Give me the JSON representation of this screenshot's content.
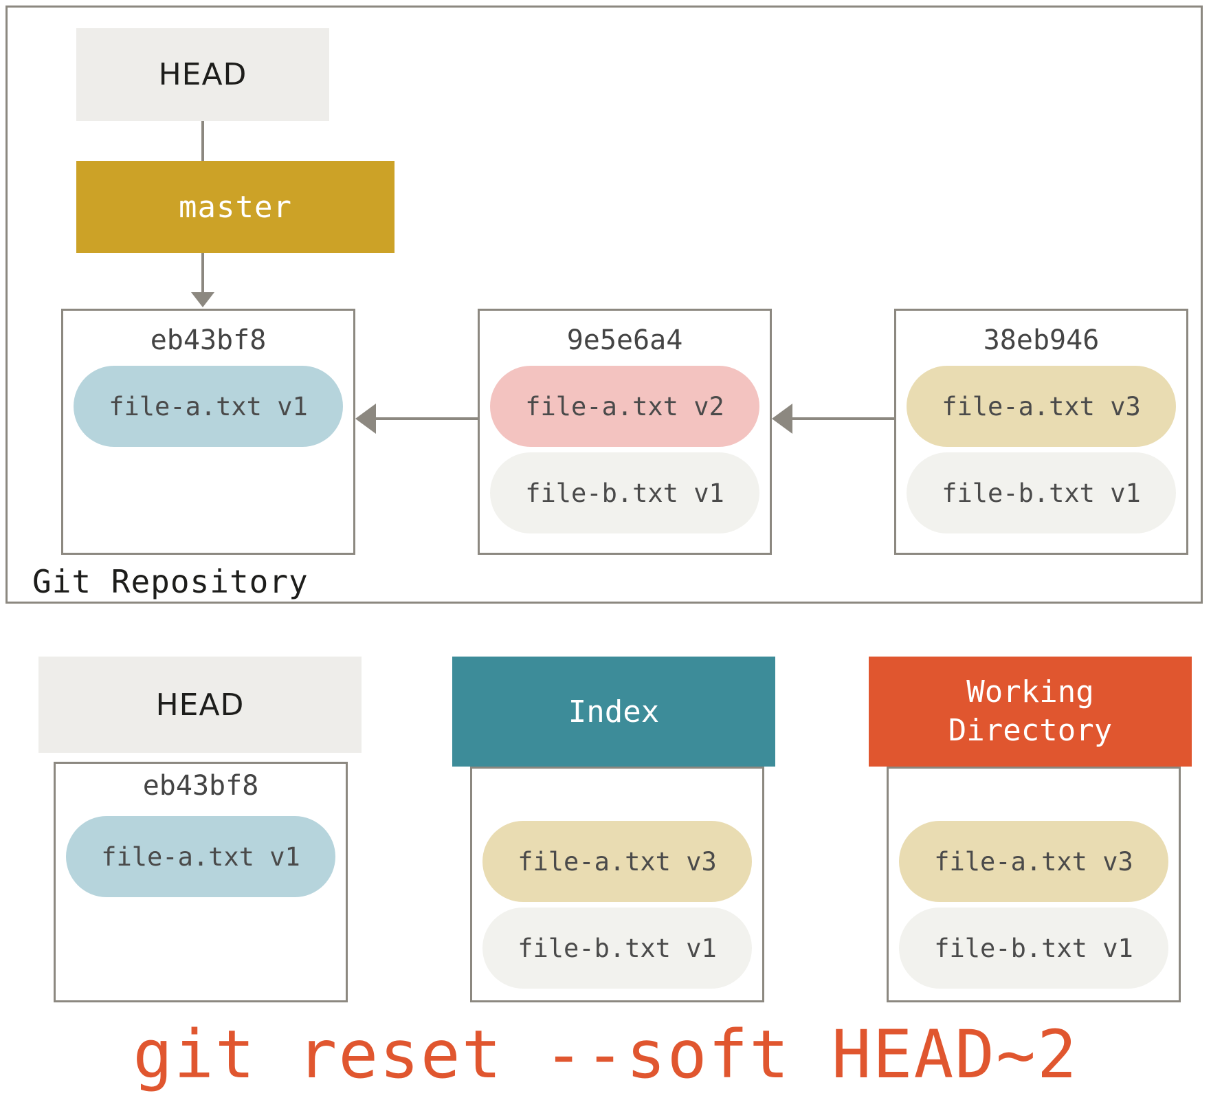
{
  "diagram": {
    "title": "git reset --soft HEAD~2",
    "repository_label": "Git Repository",
    "colors": {
      "branch": "#cca227",
      "index": "#3d8c99",
      "working_directory": "#e0562f",
      "head_box": "#eeedea",
      "border": "#8c8880",
      "pill_blue": "#b6d4dc",
      "pill_red": "#f3c3c0",
      "pill_tan": "#e9dcb2",
      "pill_grey": "#f2f2ee",
      "command_text": "#e0562f"
    }
  },
  "repo": {
    "head_label": "HEAD",
    "branch_label": "master",
    "label": "Git Repository",
    "commits": [
      {
        "hash": "eb43bf8",
        "files": [
          {
            "name": "file-a.txt v1",
            "color": "blue"
          }
        ]
      },
      {
        "hash": "9e5e6a4",
        "files": [
          {
            "name": "file-a.txt v2",
            "color": "red"
          },
          {
            "name": "file-b.txt v1",
            "color": "grey"
          }
        ]
      },
      {
        "hash": "38eb946",
        "files": [
          {
            "name": "file-a.txt v3",
            "color": "tan"
          },
          {
            "name": "file-b.txt v1",
            "color": "grey"
          }
        ]
      }
    ]
  },
  "trees": {
    "head": {
      "title": "HEAD",
      "hash": "eb43bf8",
      "files": [
        {
          "name": "file-a.txt v1",
          "color": "blue"
        }
      ]
    },
    "index": {
      "title": "Index",
      "files": [
        {
          "name": "file-a.txt v3",
          "color": "tan"
        },
        {
          "name": "file-b.txt v1",
          "color": "grey"
        }
      ]
    },
    "working_directory": {
      "title_line1": "Working",
      "title_line2": "Directory",
      "files": [
        {
          "name": "file-a.txt v3",
          "color": "tan"
        },
        {
          "name": "file-b.txt v1",
          "color": "grey"
        }
      ]
    }
  },
  "command": "git reset --soft HEAD~2"
}
